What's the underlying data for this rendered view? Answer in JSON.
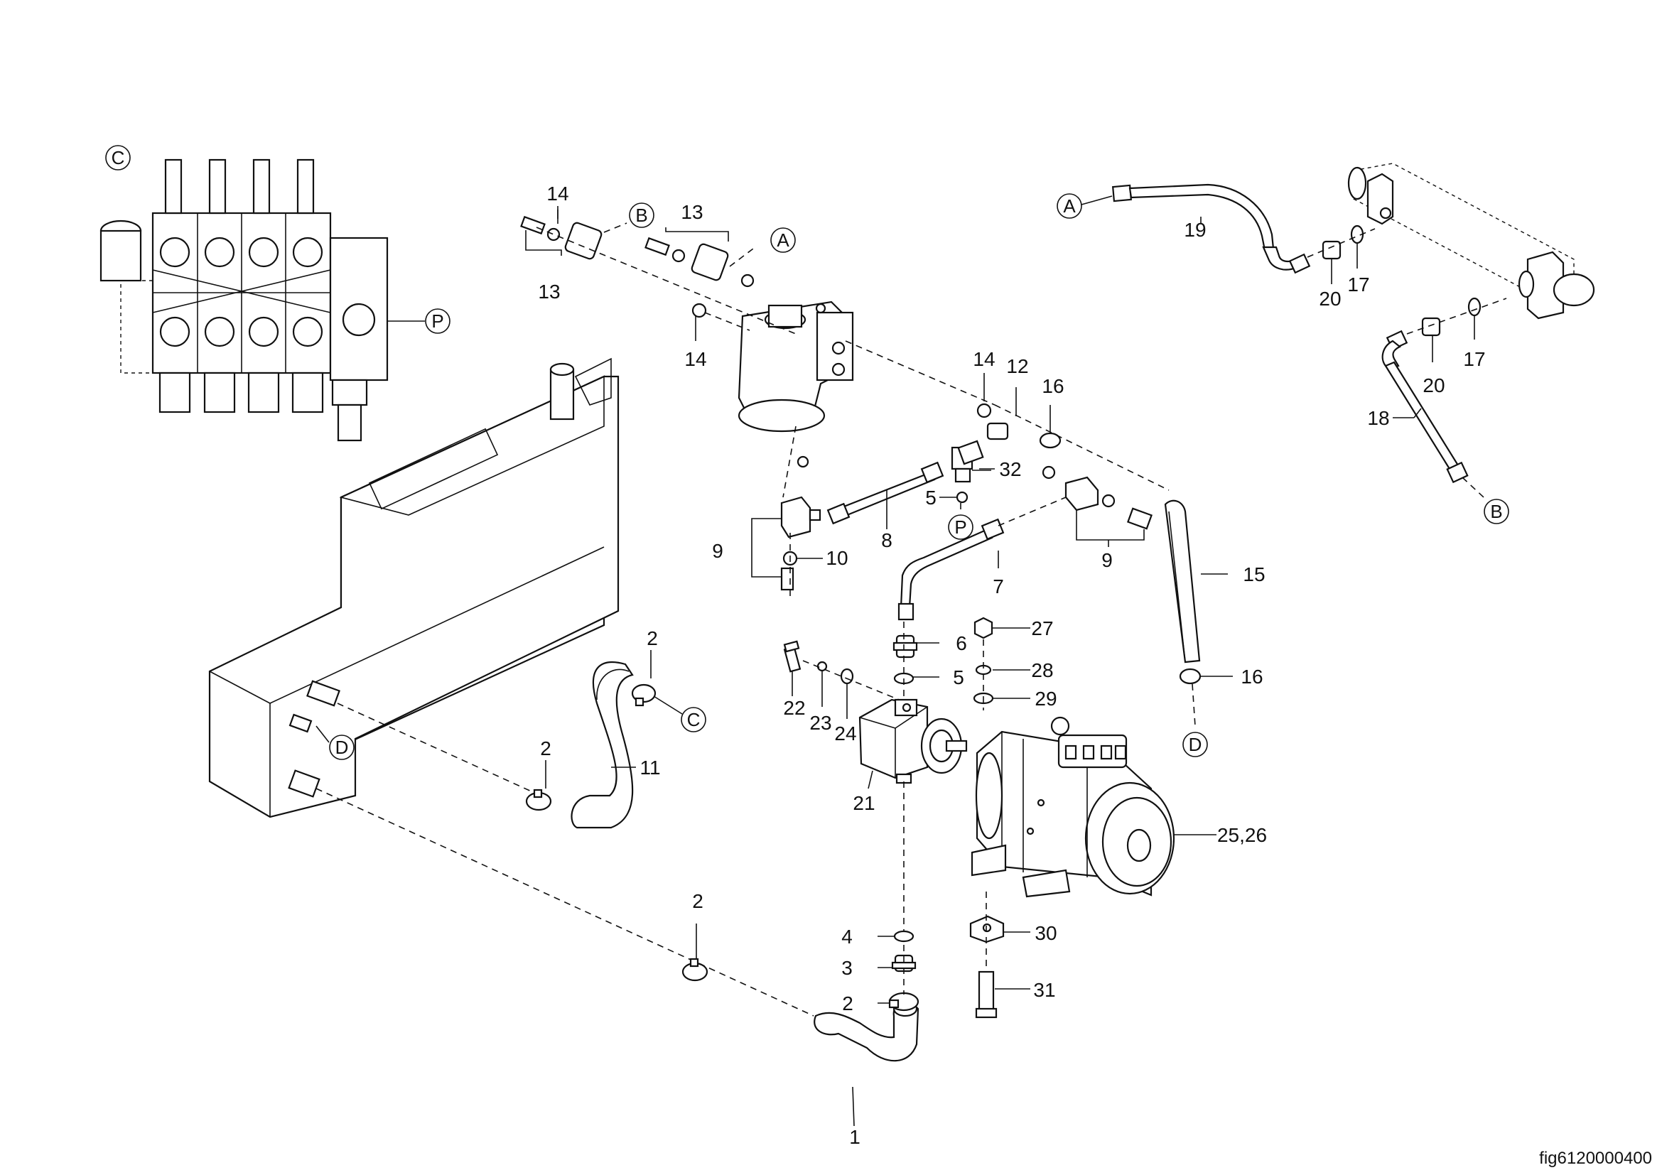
{
  "figure_id": "fig6120000400",
  "callouts": {
    "A": "A",
    "B": "B",
    "C": "C",
    "D": "D",
    "P": "P"
  },
  "parts": {
    "p1": "1",
    "p2": "2",
    "p3": "3",
    "p4": "4",
    "p5": "5",
    "p6": "6",
    "p7": "7",
    "p8": "8",
    "p9": "9",
    "p10": "10",
    "p11": "11",
    "p12": "12",
    "p13": "13",
    "p14": "14",
    "p15": "15",
    "p16": "16",
    "p17": "17",
    "p18": "18",
    "p19": "19",
    "p20": "20",
    "p21": "21",
    "p22": "22",
    "p23": "23",
    "p24": "24",
    "p25_26": "25,26",
    "p27": "27",
    "p28": "28",
    "p29": "29",
    "p30": "30",
    "p31": "31",
    "p32": "32"
  }
}
